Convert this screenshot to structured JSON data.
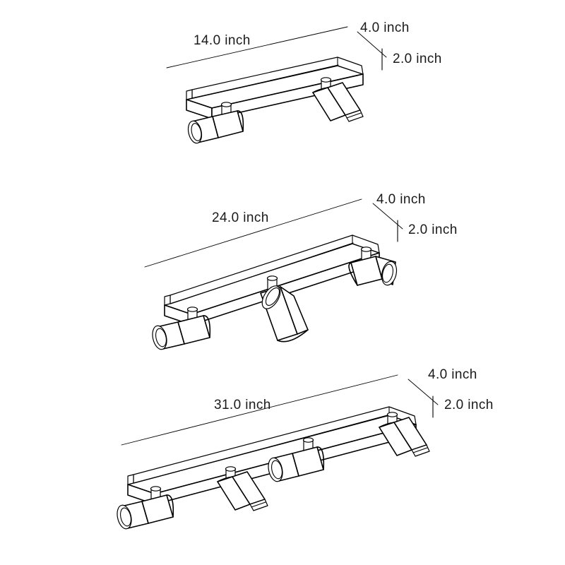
{
  "drawing": {
    "title": "Track Light Fixture Dimension Drawing",
    "units": "inch",
    "background_color": "#ffffff",
    "line_color": "#000000",
    "projection": "isometric"
  },
  "fixtures": [
    {
      "id": "fixture-2-light",
      "head_count": 2,
      "dimensions": {
        "length": "14.0  inch",
        "depth": "4.0  inch",
        "height": "2.0  inch"
      }
    },
    {
      "id": "fixture-3-light",
      "head_count": 3,
      "dimensions": {
        "length": "24.0  inch",
        "depth": "4.0  inch",
        "height": "2.0  inch"
      }
    },
    {
      "id": "fixture-4-light",
      "head_count": 4,
      "dimensions": {
        "length": "31.0  inch",
        "depth": "4.0  inch",
        "height": "2.0  inch"
      }
    }
  ]
}
